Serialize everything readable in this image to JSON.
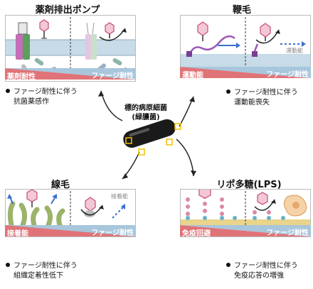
{
  "center": {
    "label_line1": "標的病原細菌",
    "label_line2": "(緑膿菌)"
  },
  "panels": {
    "efflux": {
      "title": "薬剤排出ポンプ",
      "bar_left": "薬剤耐性",
      "bar_right": "ファージ耐性",
      "note_line1": "ファージ耐性に伴う",
      "note_line2": "抗菌薬感作"
    },
    "flagella": {
      "title": "鞭毛",
      "bar_left": "運動能",
      "bar_right": "ファージ耐性",
      "inner_label": "運動能",
      "note_line1": "ファージ耐性に伴う",
      "note_line2": "運動能喪失"
    },
    "pili": {
      "title": "線毛",
      "bar_left": "接着能",
      "bar_right": "ファージ耐性",
      "inner_label": "接着能",
      "note_line1": "ファージ耐性に伴う",
      "note_line2": "組織定着性低下"
    },
    "lps": {
      "title": "リポ多糖(LPS)",
      "bar_left": "免疫回避",
      "bar_right": "ファージ耐性",
      "note_line1": "ファージ耐性に伴う",
      "note_line2": "免疫応答の増強"
    }
  },
  "colors": {
    "red_bar": "#e07377",
    "blue_bar": "#a8c6dc",
    "membrane": "#c7dbe8",
    "phage_pink": "#e58aa5",
    "arrow_blue": "#3b6fd1",
    "pili_green": "#9bb36a",
    "bacterium": "#1a1a1a",
    "highlight": "#f0c000"
  },
  "icons": [
    "phage-icon",
    "pill-capsule-icon",
    "curved-arrow-icon",
    "bacterium-icon",
    "immune-cell-icon"
  ]
}
